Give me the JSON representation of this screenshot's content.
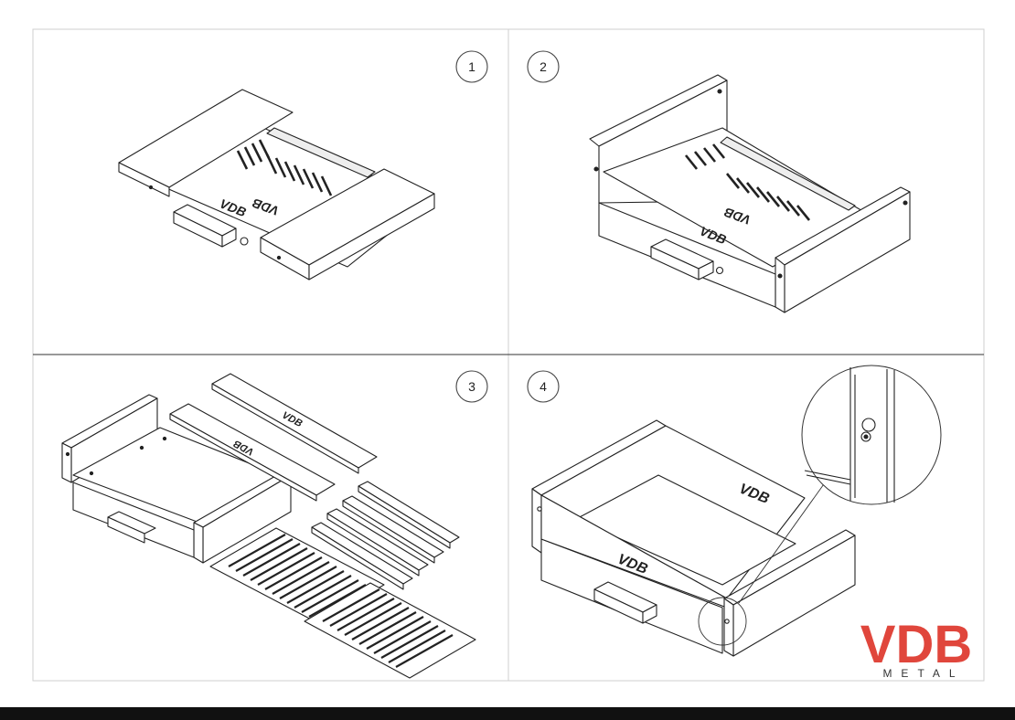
{
  "panels": [
    {
      "number": "1"
    },
    {
      "number": "2"
    },
    {
      "number": "3"
    },
    {
      "number": "4"
    }
  ],
  "product_marking": "VDB",
  "logo": {
    "wordmark": "VDB",
    "subtitle": "METAL",
    "accent_color": "#e0463c"
  },
  "colors": {
    "line": "#222222",
    "frame": "#cfcfcf",
    "background": "#ffffff"
  }
}
